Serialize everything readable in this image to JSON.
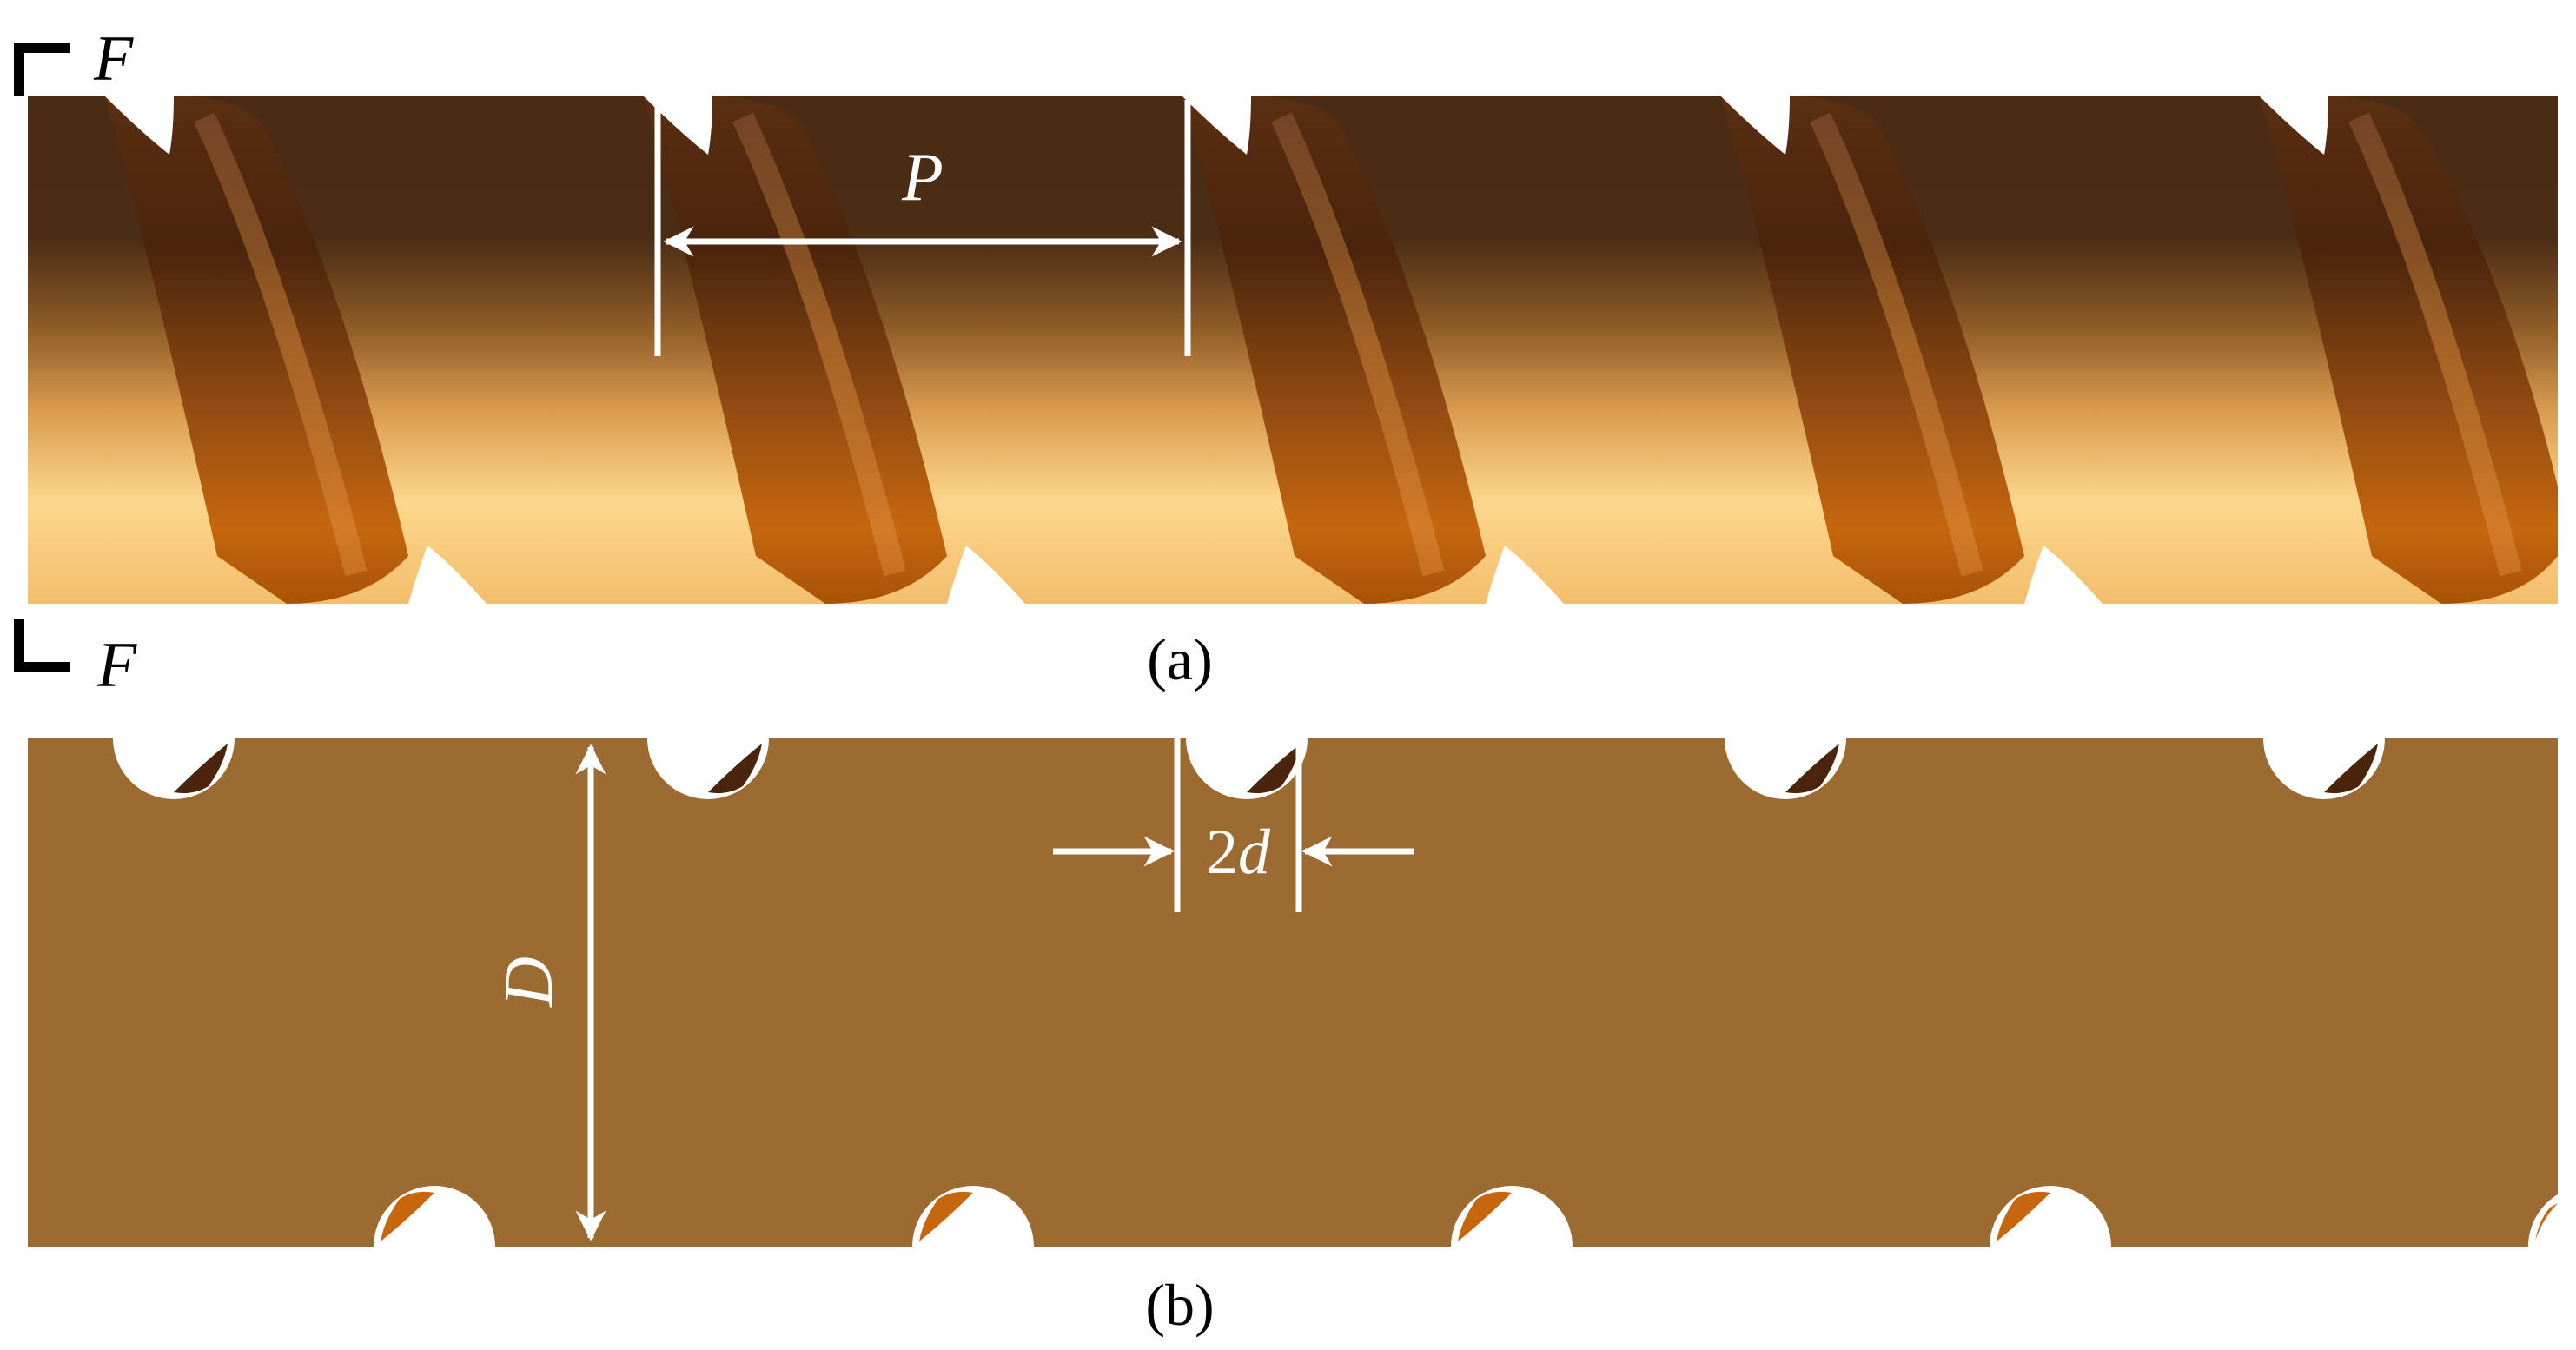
{
  "panel_a": {
    "caption": "(a)",
    "section_label": "F",
    "pitch_label": "P"
  },
  "panel_b": {
    "caption": "(b)",
    "section_label": "F",
    "diameter_label": "D",
    "groove_label_num": "2",
    "groove_label_var": "d"
  },
  "colors": {
    "rod_dark": "#4a2c14",
    "rod_light": "#fbd287",
    "coil": "#b8640f",
    "section_fill": "#9c6b32",
    "annotation": "#ffffff",
    "text": "#000000"
  }
}
